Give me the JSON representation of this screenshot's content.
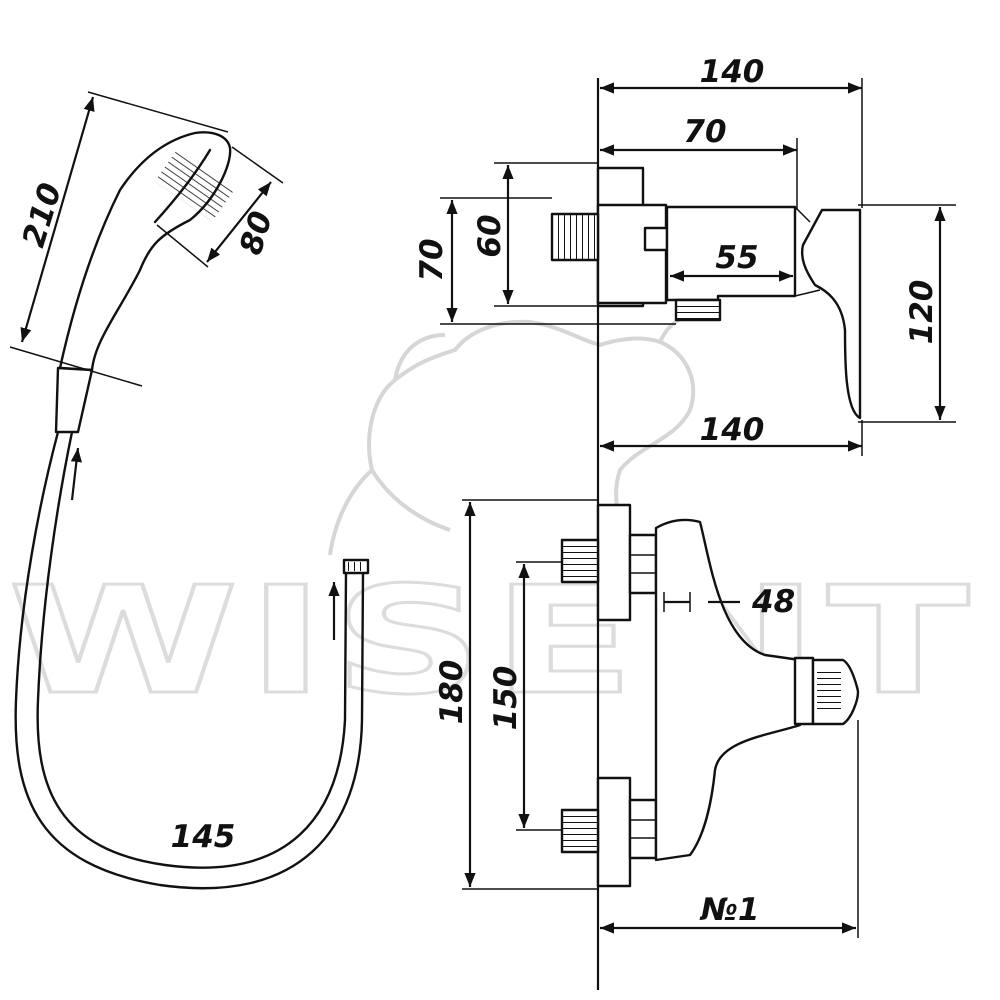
{
  "watermark": "WISENT",
  "dimensions": {
    "hose_length": "145",
    "handset_length": "210",
    "handset_width": "80",
    "body_depth_total": "140",
    "body_depth_inner": "70",
    "side_height_outer": "70",
    "side_height_inner": "60",
    "spout_length": "55",
    "lever_height": "120",
    "side_width_bottom": "140",
    "front_height_total": "180",
    "front_inlet_spacing": "150",
    "outlet_diameter": "48",
    "model_number": "№1"
  }
}
